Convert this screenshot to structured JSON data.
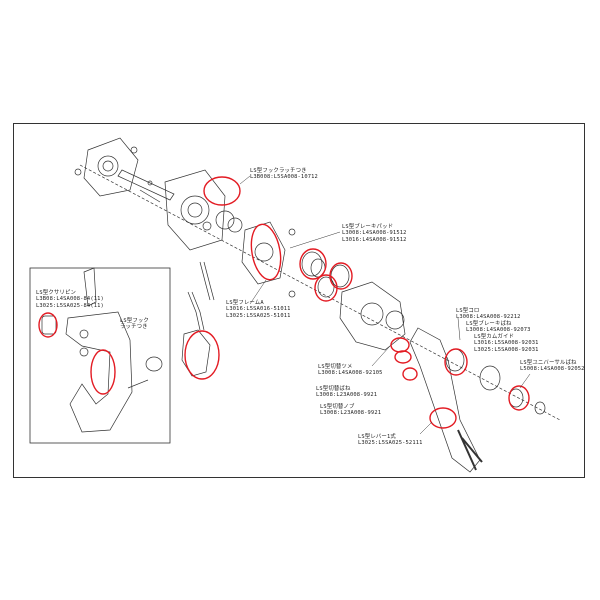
{
  "diagram": {
    "highlight_color": "#e31b23",
    "line_color": "#333333",
    "inset_labels": {
      "pin": [
        "LS型クサリピン",
        "L3B08:L4SA008-84(11)",
        "L3025:L5SA025-84(11)"
      ],
      "hook": [
        "LS型フック",
        "ラッチつき"
      ]
    },
    "callouts": {
      "hook_latch": [
        "LS型フックラッチつき",
        "L3B008:L5SA008-10712"
      ],
      "brake_pawl": [
        "LS型ブレーキパッド",
        "L3008:L4SA008-91512",
        "L3016:L4SA008-91512"
      ],
      "frame_a": [
        "LS型フレームA",
        "L3016:L5SA016-51011",
        "L3025:L5SA025-51011"
      ],
      "roller": [
        "LS型コロ",
        "L3008:L4SA008-92212"
      ],
      "brake_spring": [
        "LS型ブレーキばね",
        "L3008:L4SA008-92073"
      ],
      "cam_guide": [
        "LS型カムガイド",
        "L3016:L5SA008-92031",
        "L3025:L5SA008-92031"
      ],
      "universal_spring": [
        "LS型ユニバーサルばね",
        "L5008:L4SA008-92052"
      ],
      "switch_claw": [
        "LS型切替ツメ",
        "L3008:L4SA008-92105"
      ],
      "switch_spring": [
        "LS型切替ばね",
        "L3008:L23A008-9921"
      ],
      "switch_knob": [
        "LS型切替ノブ",
        "L3008:L23A008-9921"
      ],
      "lever": [
        "LS型レバー1式",
        "L3025:L5SA025-52111"
      ]
    }
  }
}
